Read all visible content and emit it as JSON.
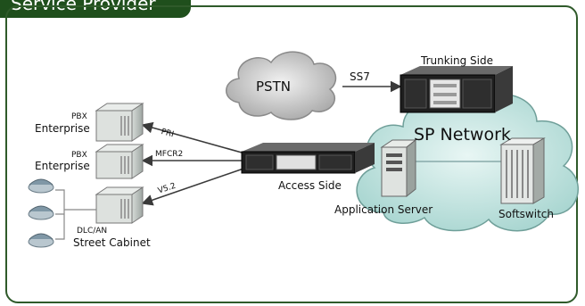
{
  "header": {
    "title": "Service Provider"
  },
  "clouds": {
    "pstn": "PSTN",
    "sp_network": "SP Network"
  },
  "links": {
    "ss7": "SS7",
    "pri": "PRI",
    "mfcr2": "MFCR2",
    "v52": "V5.2"
  },
  "devices": {
    "trunking_side": "Trunking Side",
    "access_side": "Access Side",
    "application_server": "Application Server",
    "softswitch": "Softswitch",
    "enterprise_1": {
      "tag": "PBX",
      "name": "Enterprise"
    },
    "enterprise_2": {
      "tag": "PBX",
      "name": "Enterprise"
    },
    "street_cabinet": {
      "tag": "DLC/AN",
      "name": "Street Cabinet"
    }
  },
  "colors": {
    "frame": "#2f5a2a",
    "header_bg": "#1f4f1c",
    "cloud_gray": "#b9b9b9",
    "cloud_teal": "#a9d6d1",
    "arrow": "#3a3a3a"
  }
}
